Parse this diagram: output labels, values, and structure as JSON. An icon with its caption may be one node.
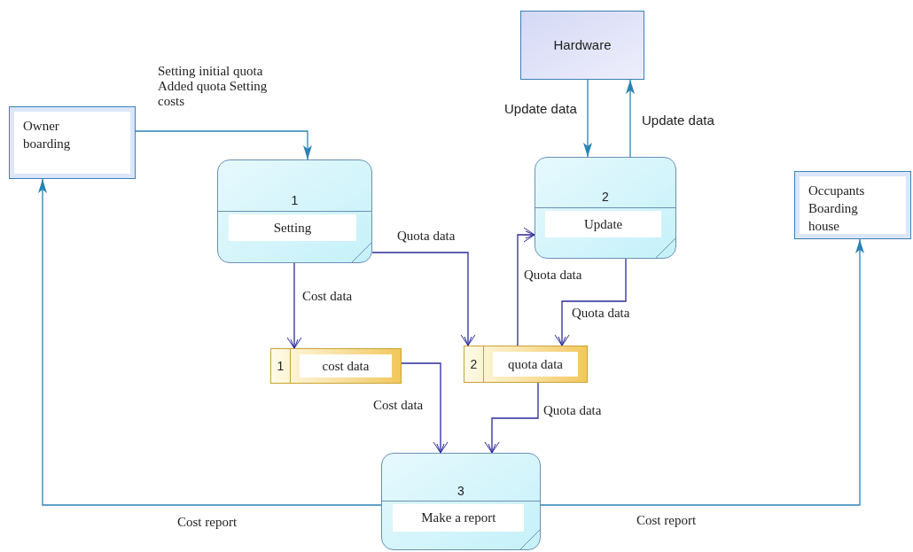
{
  "diagram": {
    "nodes": [
      {
        "text": [
          "Owner boarding"
        ]
      },
      {
        "text": [
          "1",
          "Setting"
        ]
      },
      {
        "text": [
          "Hardware"
        ]
      },
      {
        "text": [
          "2",
          "Update"
        ]
      },
      {
        "text": [
          "Occupants Boarding house"
        ]
      },
      {
        "text": [
          "1",
          "cost data"
        ]
      },
      {
        "text": [
          "2",
          "quota data"
        ]
      },
      {
        "text": [
          "3",
          "Make a report"
        ]
      }
    ],
    "edges": [
      {
        "from": 0,
        "to": 1,
        "arrow": "to",
        "label": "Setting initial quota Added quota Setting costs",
        "color": "#2b83b4"
      },
      {
        "from": 1,
        "to": 5,
        "arrow": "to",
        "label": "Cost data"
      },
      {
        "from": 1,
        "to": 6,
        "arrow": "to",
        "label": "Quota data"
      },
      {
        "from": 2,
        "to": 3,
        "arrow": "to",
        "label": "Update data",
        "color": "#2b83b4"
      },
      {
        "from": 3,
        "to": 2,
        "arrow": "to",
        "label": "Update data",
        "color": "#2b83b4"
      },
      {
        "from": 6,
        "to": 3,
        "arrow": "to",
        "label": "Quota data"
      },
      {
        "from": 3,
        "to": 6,
        "arrow": "to",
        "label": "Quota data"
      },
      {
        "from": 5,
        "to": 7,
        "arrow": "to",
        "label": "Cost data"
      },
      {
        "from": 6,
        "to": 7,
        "arrow": "to",
        "label": "Quota data"
      },
      {
        "from": 7,
        "to": 0,
        "arrow": "to",
        "label": "Cost report",
        "color": "#2b83b4"
      },
      {
        "from": 7,
        "to": 4,
        "arrow": "to",
        "label": "Cost report",
        "color": "#2b83b4"
      }
    ]
  }
}
